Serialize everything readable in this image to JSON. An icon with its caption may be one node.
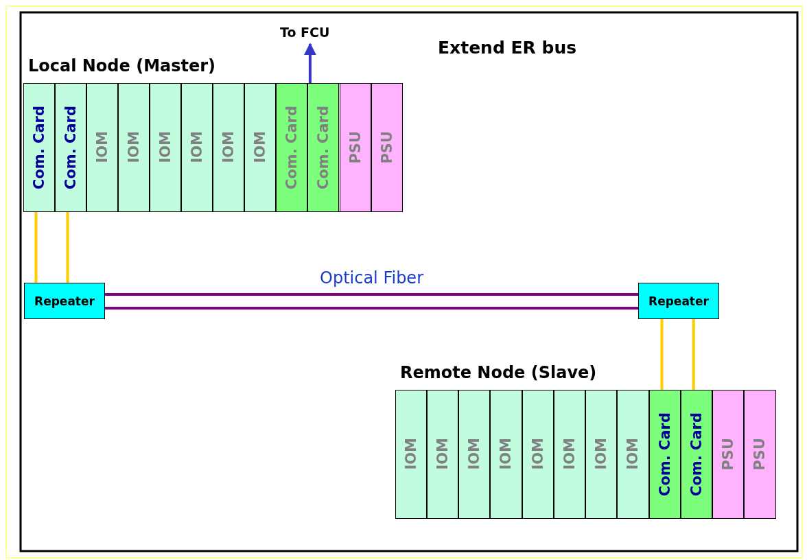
{
  "diagram": {
    "title": "Extend ER bus",
    "nodes": [
      {
        "text": [
          "To FCU"
        ]
      },
      {
        "text": [
          "Local Node (Master)"
        ]
      },
      {
        "text": [
          "Com. Card"
        ],
        "in": 1
      },
      {
        "text": [
          "Com. Card"
        ],
        "in": 1
      },
      {
        "text": [
          "IOM"
        ],
        "in": 1
      },
      {
        "text": [
          "IOM"
        ],
        "in": 1
      },
      {
        "text": [
          "IOM"
        ],
        "in": 1
      },
      {
        "text": [
          "IOM"
        ],
        "in": 1
      },
      {
        "text": [
          "IOM"
        ],
        "in": 1
      },
      {
        "text": [
          "IOM"
        ],
        "in": 1
      },
      {
        "text": [
          "Com. Card"
        ],
        "in": 1
      },
      {
        "text": [
          "Com. Card"
        ],
        "in": 1
      },
      {
        "text": [
          "PSU"
        ],
        "in": 1
      },
      {
        "text": [
          "PSU"
        ],
        "in": 1
      },
      {
        "text": [
          "Repeater"
        ]
      },
      {
        "text": [
          "Repeater"
        ]
      },
      {
        "text": [
          "Remote Node (Slave)"
        ]
      },
      {
        "text": [
          "IOM"
        ],
        "in": 16
      },
      {
        "text": [
          "IOM"
        ],
        "in": 16
      },
      {
        "text": [
          "IOM"
        ],
        "in": 16
      },
      {
        "text": [
          "IOM"
        ],
        "in": 16
      },
      {
        "text": [
          "IOM"
        ],
        "in": 16
      },
      {
        "text": [
          "IOM"
        ],
        "in": 16
      },
      {
        "text": [
          "IOM"
        ],
        "in": 16
      },
      {
        "text": [
          "IOM"
        ],
        "in": 16
      },
      {
        "text": [
          "Com. Card"
        ],
        "in": 16
      },
      {
        "text": [
          "Com. Card"
        ],
        "in": 16
      },
      {
        "text": [
          "PSU"
        ],
        "in": 16
      },
      {
        "text": [
          "PSU"
        ],
        "in": 16
      }
    ],
    "edges": [
      {
        "from": 11,
        "to": 0,
        "arrow": "to",
        "color": "#3636cc"
      },
      {
        "from": 2,
        "to": 14,
        "arrow": "none"
      },
      {
        "from": 3,
        "to": 14,
        "arrow": "none"
      },
      {
        "from": 14,
        "to": 15,
        "arrow": "none",
        "label": "Optical Fiber",
        "color": "#800080"
      },
      {
        "from": 14,
        "to": 15,
        "arrow": "none",
        "color": "#800080"
      },
      {
        "from": 15,
        "to": 25,
        "arrow": "none"
      },
      {
        "from": 15,
        "to": 26,
        "arrow": "none"
      }
    ]
  }
}
